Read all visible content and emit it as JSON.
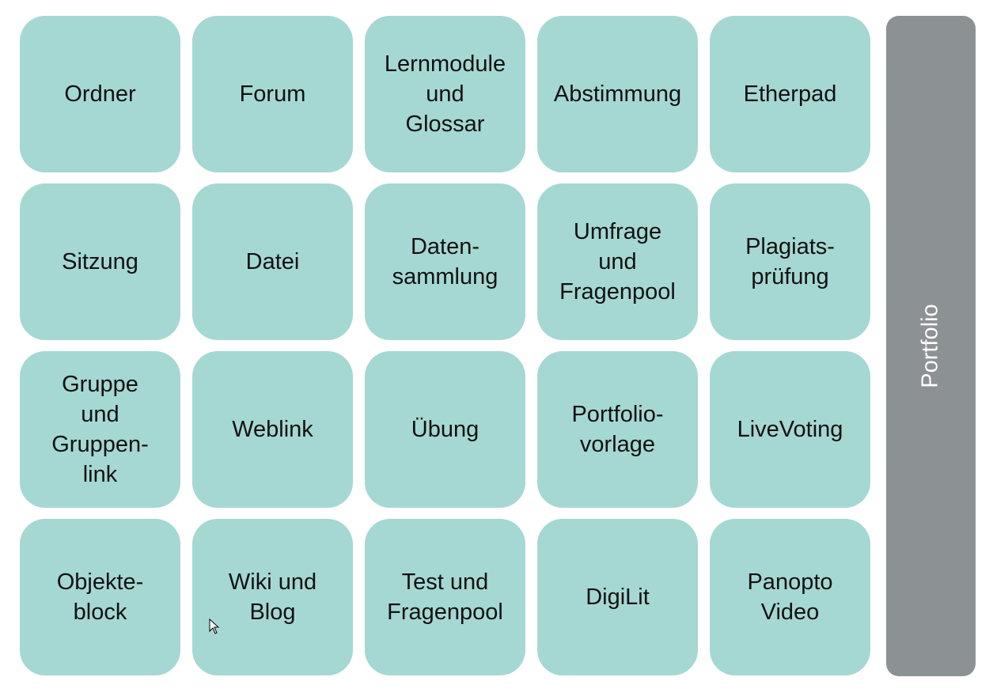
{
  "tiles": [
    [
      "Ordner"
    ],
    [
      "Forum"
    ],
    [
      "Lernmodule",
      "und",
      "Glossar"
    ],
    [
      "Abstimmung"
    ],
    [
      "Etherpad"
    ],
    [
      "Sitzung"
    ],
    [
      "Datei"
    ],
    [
      "Daten-",
      "sammlung"
    ],
    [
      "Umfrage",
      "und",
      "Fragenpool"
    ],
    [
      "Plagiats-",
      "prüfung"
    ],
    [
      "Gruppe",
      "und",
      "Gruppen-",
      "link"
    ],
    [
      "Weblink"
    ],
    [
      "Übung"
    ],
    [
      "Portfolio-",
      "vorlage"
    ],
    [
      "LiveVoting"
    ],
    [
      "Objekte-",
      "block"
    ],
    [
      "Wiki und",
      "Blog"
    ],
    [
      "Test und",
      "Fragenpool"
    ],
    [
      "DigiLit"
    ],
    [
      "Panopto",
      "Video"
    ]
  ],
  "sidebar": {
    "label": "Portfolio"
  },
  "colors": {
    "tile": "#a5d8d3",
    "sidebar": "#8c9194"
  }
}
